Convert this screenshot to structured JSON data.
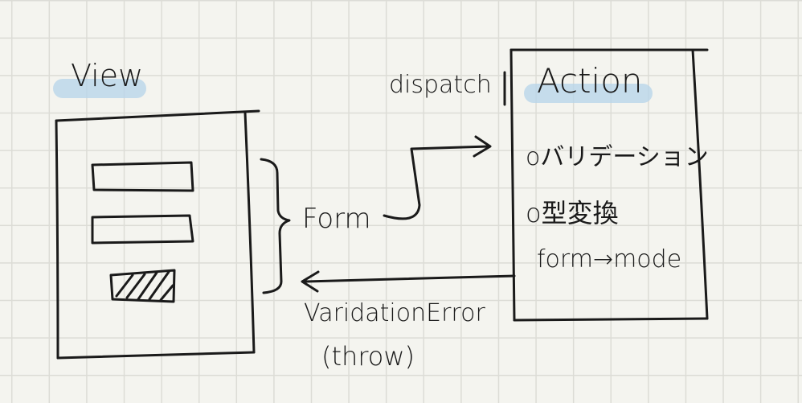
{
  "view": {
    "title": "View"
  },
  "action": {
    "title": "Action",
    "items": [
      "oバリデーション",
      "o型変換",
      "form→mode"
    ]
  },
  "form_label": "Form",
  "dispatch_label": "dispatch",
  "error_label": "VaridationError",
  "error_sub": "(throw)",
  "colors": {
    "ink": "#1a1a1a",
    "highlight": "#b9d6ea",
    "paper": "#f4f4ef"
  }
}
